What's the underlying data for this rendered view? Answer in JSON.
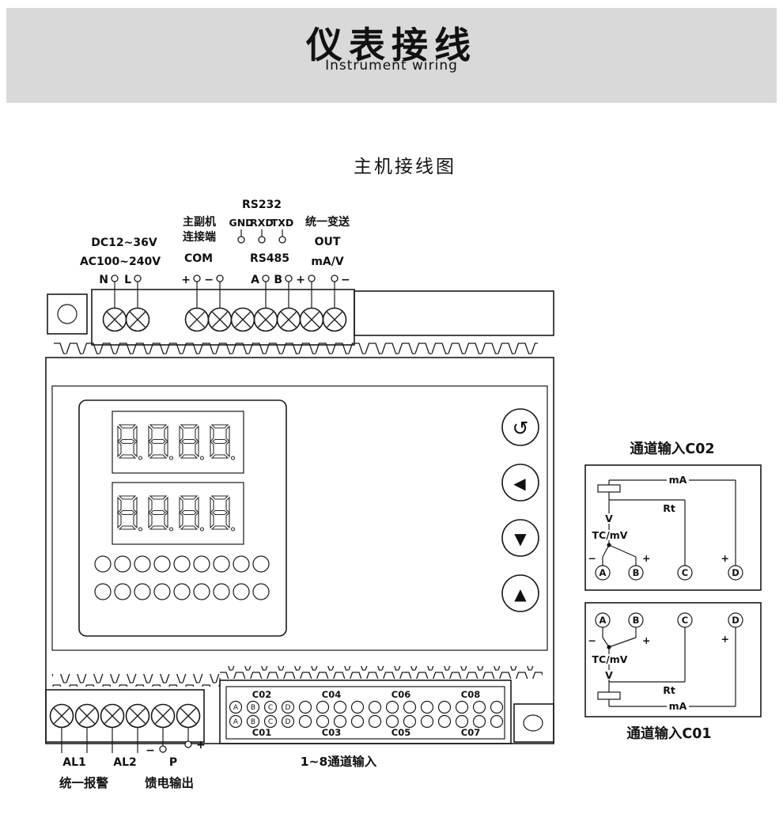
{
  "header": {
    "title": "仪表接线",
    "subtitle": "Instrument wiring"
  },
  "diagram_title": "主机接线图",
  "sym": {
    "plus": "+",
    "minus": "−"
  },
  "top": {
    "dc": "DC12~36V",
    "ac": "AC100~240V",
    "n": "N",
    "l": "L",
    "aux1": "主副机",
    "aux2": "连接端",
    "com": "COM",
    "rs232": "RS232",
    "gnd": "GND",
    "rxd": "RXD",
    "txd": "TXD",
    "rs485": "RS485",
    "a": "A",
    "b": "B",
    "out1": "统一变送",
    "out2": "OUT",
    "out3": "mA/V"
  },
  "panel": {
    "btn_cycle": "↺",
    "btn_left": "◀",
    "btn_down": "▼",
    "btn_up": "▲"
  },
  "bottom": {
    "al1": "AL1",
    "al2": "AL2",
    "p": "P",
    "alarm": "统一报警",
    "feed": "馈电输出",
    "caption": "1~8通道输入"
  },
  "connector": {
    "top_row": [
      "C02",
      "C04",
      "C06",
      "C08"
    ],
    "bottom_row": [
      "C01",
      "C03",
      "C05",
      "C07"
    ],
    "letters": [
      "A",
      "B",
      "C",
      "D"
    ]
  },
  "c02": {
    "title": "通道输入C02",
    "ma": "mA",
    "rt": "Rt",
    "v": "V",
    "tc": "TC/mV",
    "t": [
      "A",
      "B",
      "C",
      "D"
    ]
  },
  "c01": {
    "title": "通道输入C01",
    "ma": "mA",
    "rt": "Rt",
    "v": "V",
    "tc": "TC/mV",
    "t": [
      "A",
      "B",
      "C",
      "D"
    ]
  }
}
